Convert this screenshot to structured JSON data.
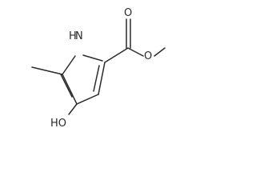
{
  "molecule": {
    "atoms": {
      "nh": "N",
      "nh_h": "H",
      "carbonyl_o": "O",
      "ester_o": "O",
      "hydroxyl": "HO"
    }
  }
}
